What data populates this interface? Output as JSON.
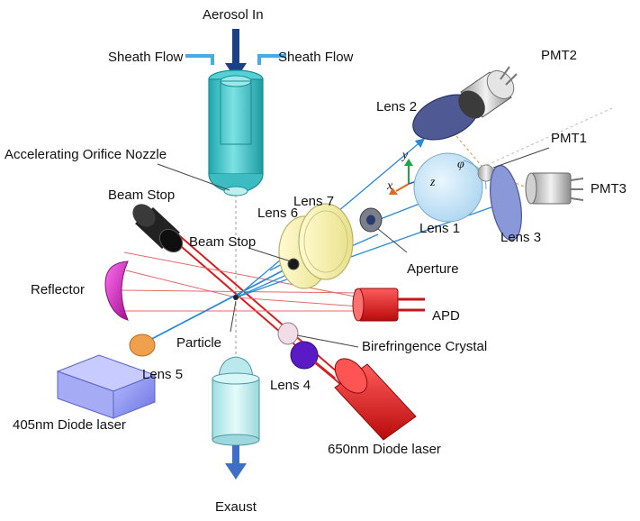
{
  "labels": {
    "aerosol_in": "Aerosol In",
    "sheath_flow_left": "Sheath Flow",
    "sheath_flow_right": "Sheath Flow",
    "nozzle": "Accelerating Orifice Nozzle",
    "beam_stop_top": "Beam Stop",
    "beam_stop_center": "Beam Stop",
    "reflector": "Reflector",
    "particle": "Particle",
    "lens5": "Lens 5",
    "laser405": "405nm Diode  laser",
    "lens4": "Lens 4",
    "laser650": "650nm Diode  laser",
    "birefringence": "Birefringence Crystal",
    "apd": "APD",
    "aperture": "Aperture",
    "lens6": "Lens 6",
    "lens7": "Lens 7",
    "lens1": "Lens 1",
    "lens2": "Lens 2",
    "lens3": "Lens 3",
    "pmt1": "PMT1",
    "pmt2": "PMT2",
    "pmt3": "PMT3",
    "exhaust": "Exaust",
    "axis_x": "x",
    "axis_y": "y",
    "axis_z": "z",
    "angle_phi": "φ"
  },
  "colors": {
    "red_beam": "#d42020",
    "blue_beam": "#2a8ad8",
    "nozzle_cyan": "#36c4c8",
    "lens_yellow": "#f3f0a6",
    "reflector_magenta": "#d62fc6",
    "laser_red": "#e01818",
    "laser_blue": "#8890ee",
    "lens4_purple": "#5a1ac6",
    "lens5_orange": "#f0a04c",
    "arrow_blue": "#2a5aa8",
    "lens_slate": "#5a6aa0"
  }
}
